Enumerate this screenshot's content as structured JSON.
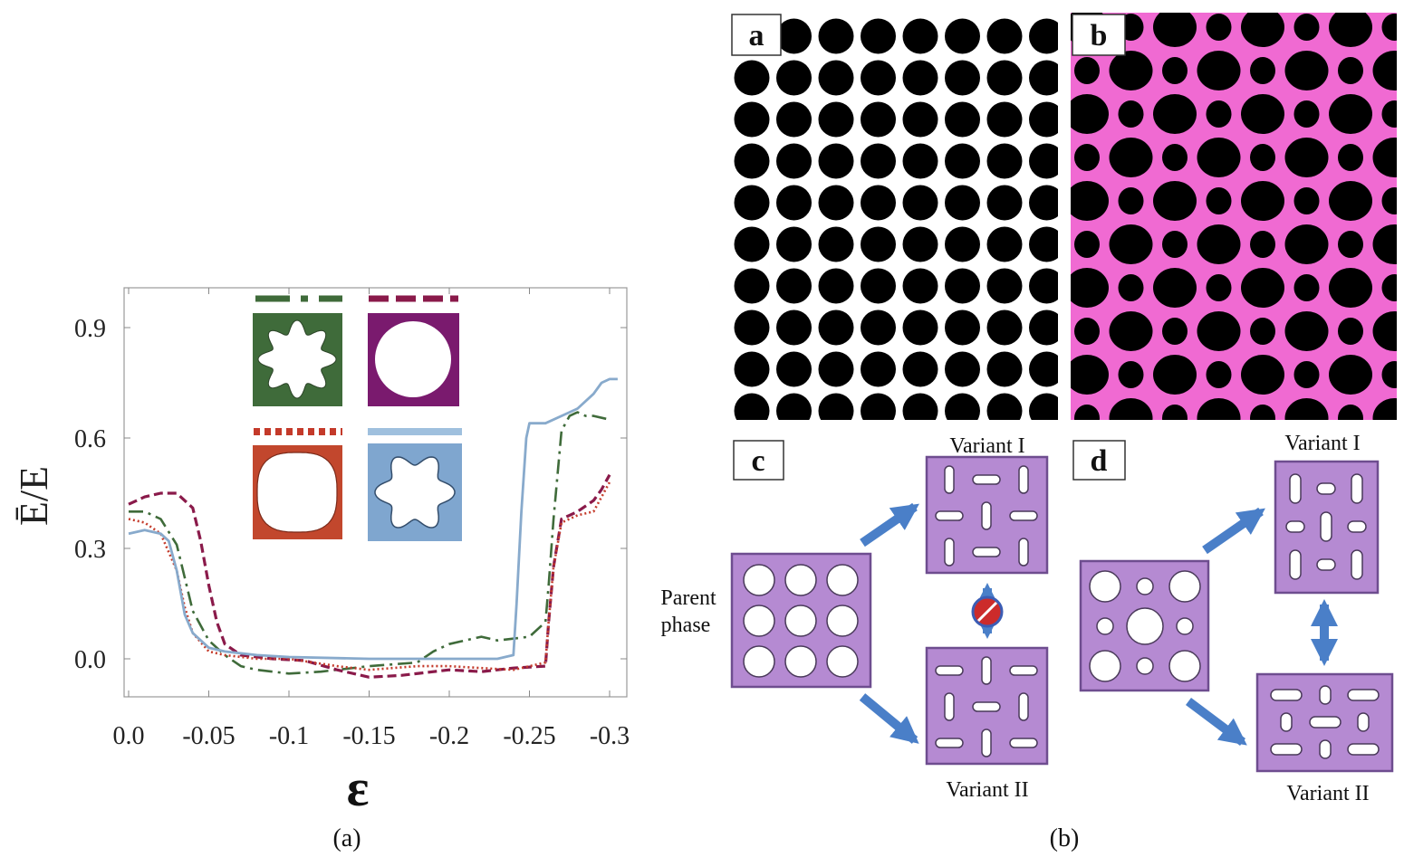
{
  "figure": {
    "label_a": "(a)",
    "label_b": "(b)"
  },
  "chart_data": {
    "type": "line",
    "xlabel": "ε",
    "ylabel": "Ē/E",
    "xlim": [
      0.0,
      -0.31
    ],
    "ylim": [
      -0.1,
      1.0
    ],
    "x_ticks": [
      "0.0",
      "-0.05",
      "-0.1",
      "-0.15",
      "-0.2",
      "-0.25",
      "-0.3"
    ],
    "x_tick_values": [
      0.0,
      -0.05,
      -0.1,
      -0.15,
      -0.2,
      -0.25,
      -0.3
    ],
    "y_ticks": [
      "0.0",
      "0.3",
      "0.6",
      "0.9"
    ],
    "y_tick_values": [
      0.0,
      0.3,
      0.6,
      0.9
    ],
    "grid": false,
    "legend": "inline-insets",
    "series": [
      {
        "style": "dash-dot",
        "color": "#3f6b3a",
        "inset": "green-star-hole",
        "points": [
          [
            0,
            0.4
          ],
          [
            -0.01,
            0.4
          ],
          [
            -0.02,
            0.38
          ],
          [
            -0.03,
            0.31
          ],
          [
            -0.035,
            0.22
          ],
          [
            -0.04,
            0.13
          ],
          [
            -0.05,
            0.05
          ],
          [
            -0.06,
            0.01
          ],
          [
            -0.07,
            -0.02
          ],
          [
            -0.08,
            -0.03
          ],
          [
            -0.1,
            -0.04
          ],
          [
            -0.12,
            -0.035
          ],
          [
            -0.15,
            -0.02
          ],
          [
            -0.18,
            -0.01
          ],
          [
            -0.19,
            0.02
          ],
          [
            -0.2,
            0.04
          ],
          [
            -0.22,
            0.06
          ],
          [
            -0.23,
            0.05
          ],
          [
            -0.25,
            0.06
          ],
          [
            -0.26,
            0.1
          ],
          [
            -0.262,
            0.2
          ],
          [
            -0.265,
            0.38
          ],
          [
            -0.27,
            0.62
          ],
          [
            -0.275,
            0.66
          ],
          [
            -0.28,
            0.67
          ],
          [
            -0.285,
            0.66
          ],
          [
            -0.29,
            0.66
          ],
          [
            -0.3,
            0.65
          ]
        ]
      },
      {
        "style": "dashed",
        "color": "#8a1a4a",
        "inset": "purple-circle-hole",
        "points": [
          [
            0,
            0.42
          ],
          [
            -0.01,
            0.44
          ],
          [
            -0.02,
            0.45
          ],
          [
            -0.03,
            0.45
          ],
          [
            -0.04,
            0.41
          ],
          [
            -0.045,
            0.32
          ],
          [
            -0.05,
            0.2
          ],
          [
            -0.055,
            0.1
          ],
          [
            -0.06,
            0.04
          ],
          [
            -0.07,
            0.01
          ],
          [
            -0.09,
            0.0
          ],
          [
            -0.11,
            -0.005
          ],
          [
            -0.13,
            -0.03
          ],
          [
            -0.15,
            -0.05
          ],
          [
            -0.17,
            -0.045
          ],
          [
            -0.2,
            -0.03
          ],
          [
            -0.22,
            -0.035
          ],
          [
            -0.24,
            -0.025
          ],
          [
            -0.26,
            -0.02
          ],
          [
            -0.262,
            0.1
          ],
          [
            -0.265,
            0.25
          ],
          [
            -0.27,
            0.38
          ],
          [
            -0.275,
            0.39
          ],
          [
            -0.28,
            0.4
          ],
          [
            -0.29,
            0.43
          ],
          [
            -0.295,
            0.46
          ],
          [
            -0.3,
            0.5
          ]
        ]
      },
      {
        "style": "dotted",
        "color": "#c43a2a",
        "inset": "red-rounded-square-hole",
        "points": [
          [
            0,
            0.38
          ],
          [
            -0.01,
            0.37
          ],
          [
            -0.02,
            0.34
          ],
          [
            -0.03,
            0.24
          ],
          [
            -0.035,
            0.14
          ],
          [
            -0.04,
            0.07
          ],
          [
            -0.05,
            0.02
          ],
          [
            -0.06,
            0.01
          ],
          [
            -0.08,
            0.0
          ],
          [
            -0.1,
            0.0
          ],
          [
            -0.13,
            -0.02
          ],
          [
            -0.15,
            -0.03
          ],
          [
            -0.18,
            -0.02
          ],
          [
            -0.2,
            -0.02
          ],
          [
            -0.22,
            -0.025
          ],
          [
            -0.24,
            -0.03
          ],
          [
            -0.26,
            -0.01
          ],
          [
            -0.262,
            0.1
          ],
          [
            -0.265,
            0.25
          ],
          [
            -0.27,
            0.37
          ],
          [
            -0.28,
            0.39
          ],
          [
            -0.29,
            0.4
          ],
          [
            -0.3,
            0.48
          ]
        ]
      },
      {
        "style": "solid",
        "color": "#88aacc",
        "inset": "blue-star-hole",
        "points": [
          [
            0,
            0.34
          ],
          [
            -0.01,
            0.35
          ],
          [
            -0.02,
            0.34
          ],
          [
            -0.025,
            0.32
          ],
          [
            -0.03,
            0.24
          ],
          [
            -0.035,
            0.12
          ],
          [
            -0.04,
            0.07
          ],
          [
            -0.05,
            0.03
          ],
          [
            -0.06,
            0.02
          ],
          [
            -0.08,
            0.01
          ],
          [
            -0.1,
            0.005
          ],
          [
            -0.15,
            0.0
          ],
          [
            -0.2,
            0.0
          ],
          [
            -0.23,
            0.0
          ],
          [
            -0.24,
            0.01
          ],
          [
            -0.242,
            0.15
          ],
          [
            -0.245,
            0.4
          ],
          [
            -0.248,
            0.6
          ],
          [
            -0.25,
            0.64
          ],
          [
            -0.26,
            0.64
          ],
          [
            -0.27,
            0.66
          ],
          [
            -0.28,
            0.68
          ],
          [
            -0.29,
            0.72
          ],
          [
            -0.295,
            0.75
          ],
          [
            -0.3,
            0.76
          ],
          [
            -0.305,
            0.76
          ]
        ]
      }
    ]
  },
  "panels": {
    "a": {
      "label": "a",
      "hole_color": "#000000",
      "bg_color": "#ffffff"
    },
    "b": {
      "label": "b",
      "hole_color": "#000000",
      "bg_color": "#f06ad2"
    },
    "c": {
      "label": "c",
      "parent": "Parent",
      "phase": "phase",
      "variant1": "Variant I",
      "variant2": "Variant II"
    },
    "d": {
      "label": "d",
      "variant1": "Variant I",
      "variant2": "Variant II"
    }
  },
  "colors": {
    "cell_fill": "#b58ad2",
    "cell_stroke": "#6e4d8f",
    "arrow": "#4a7fc8",
    "arrow_dark": "#2e5aa8",
    "forbid_red": "#cc2b2b",
    "forbid_blue": "#3b5db5"
  }
}
